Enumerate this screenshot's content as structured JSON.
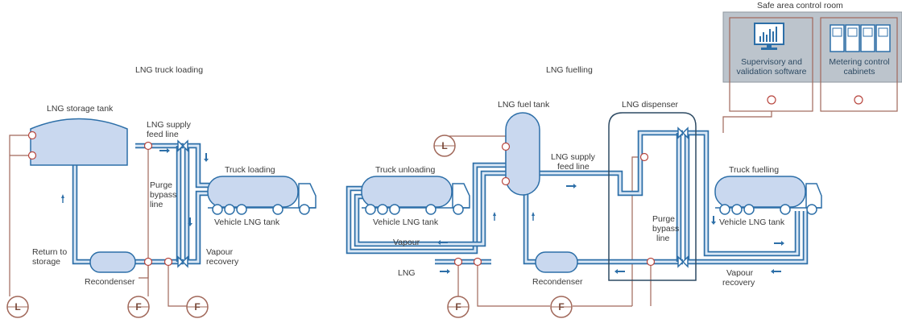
{
  "sections": {
    "truck_loading": "LNG truck loading",
    "fuelling": "LNG fuelling",
    "control_room": "Safe area control room"
  },
  "left": {
    "storage_tank": "LNG storage tank",
    "supply_line": [
      "LNG supply",
      "feed line"
    ],
    "truck_loading": "Truck loading",
    "purge": [
      "Purge",
      "bypass",
      "line"
    ],
    "vehicle_tank": "Vehicle LNG tank",
    "return": [
      "Return to",
      "storage"
    ],
    "vapour": [
      "Vapour",
      "recovery"
    ],
    "recondenser": "Recondenser"
  },
  "right": {
    "fuel_tank": "LNG fuel tank",
    "dispenser": "LNG dispenser",
    "truck_unloading": "Truck unloading",
    "vehicle_tank_1": "Vehicle LNG tank",
    "supply_line": [
      "LNG supply",
      "feed line"
    ],
    "vapour": "Vapour",
    "lng": "LNG",
    "recondenser": "Recondenser",
    "purge": [
      "Purge",
      "bypass",
      "line"
    ],
    "truck_fuelling": "Truck fuelling",
    "vehicle_tank_2": "Vehicle LNG tank",
    "vapour_recovery": [
      "Vapour",
      "recovery"
    ]
  },
  "control": {
    "software": [
      "Supervisory and",
      "validation software"
    ],
    "cabinets": [
      "Metering control",
      "cabinets"
    ]
  },
  "gauges": {
    "level": "L",
    "flow": "F"
  }
}
